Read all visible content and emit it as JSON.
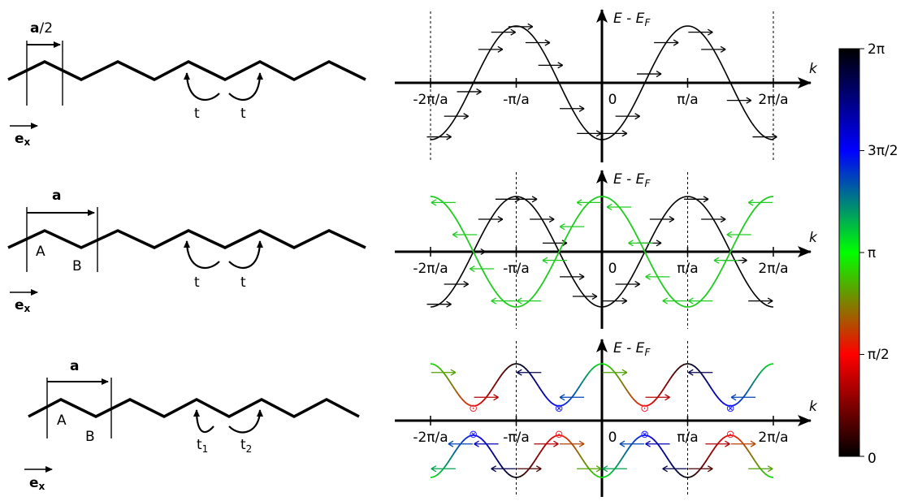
{
  "chains": [
    {
      "period_label": "a/2",
      "period_label_bold_part": "a",
      "period_label_rest": "/2",
      "hop_labels": [
        "t",
        "t"
      ],
      "site_labels": [],
      "unit_vector": "e",
      "unit_vector_sub": "x"
    },
    {
      "period_label": "a",
      "hop_labels": [
        "t",
        "t"
      ],
      "site_labels": [
        {
          "text": "A",
          "color": "#1a1aff"
        },
        {
          "text": "B",
          "color": "#e8242b"
        }
      ],
      "unit_vector": "e",
      "unit_vector_sub": "x"
    },
    {
      "period_label": "a",
      "hop_labels": [
        "t",
        "t"
      ],
      "hop_subscripts": [
        "1",
        "2"
      ],
      "site_labels": [
        {
          "text": "A",
          "color": "#1a1aff"
        },
        {
          "text": "B",
          "color": "#e8242b"
        }
      ],
      "unit_vector": "e",
      "unit_vector_sub": "x"
    }
  ],
  "bands": {
    "y_axis_label_main": "E - E",
    "y_axis_label_sub": "F",
    "x_axis_label": "k",
    "x_ticks": [
      "-2π/a",
      "-π/a",
      "0",
      "π/a",
      "2π/a"
    ],
    "panels": [
      {
        "bands": [
          "black"
        ],
        "arrow_color": "#000000"
      },
      {
        "bands": [
          "black",
          "green"
        ],
        "green_color": "#20cc20"
      },
      {
        "bands": [
          "split"
        ],
        "markers": [
          "⊙",
          "⊗"
        ]
      }
    ]
  },
  "colorbar": {
    "ticks": [
      "2π",
      "3π/2",
      "π",
      "π/2",
      "0"
    ],
    "range": [
      0,
      6.2832
    ]
  }
}
